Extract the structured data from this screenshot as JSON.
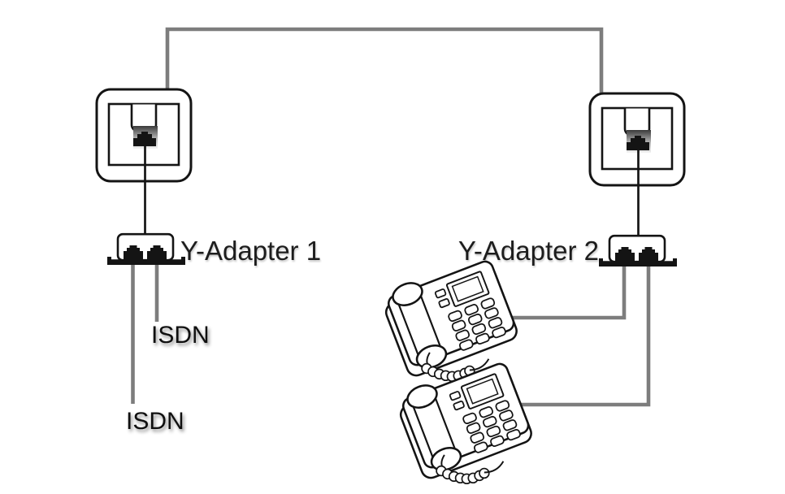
{
  "labels": {
    "adapter1": "Y-Adapter 1",
    "adapter2": "Y-Adapter 2",
    "isdn_upper": "ISDN",
    "isdn_lower": "ISDN"
  },
  "colors": {
    "cable_gray": "#7d7d7d",
    "outline_black": "#141414",
    "text": "#1d1d1d",
    "background": "#ffffff"
  },
  "icons": {
    "wall_socket_left": "isdn-wall-socket-icon",
    "wall_socket_right": "isdn-wall-socket-icon",
    "adapter_left": "rj-y-adapter-icon",
    "adapter_right": "rj-y-adapter-icon",
    "phone_upper": "desk-telephone-icon",
    "phone_lower": "desk-telephone-icon"
  }
}
